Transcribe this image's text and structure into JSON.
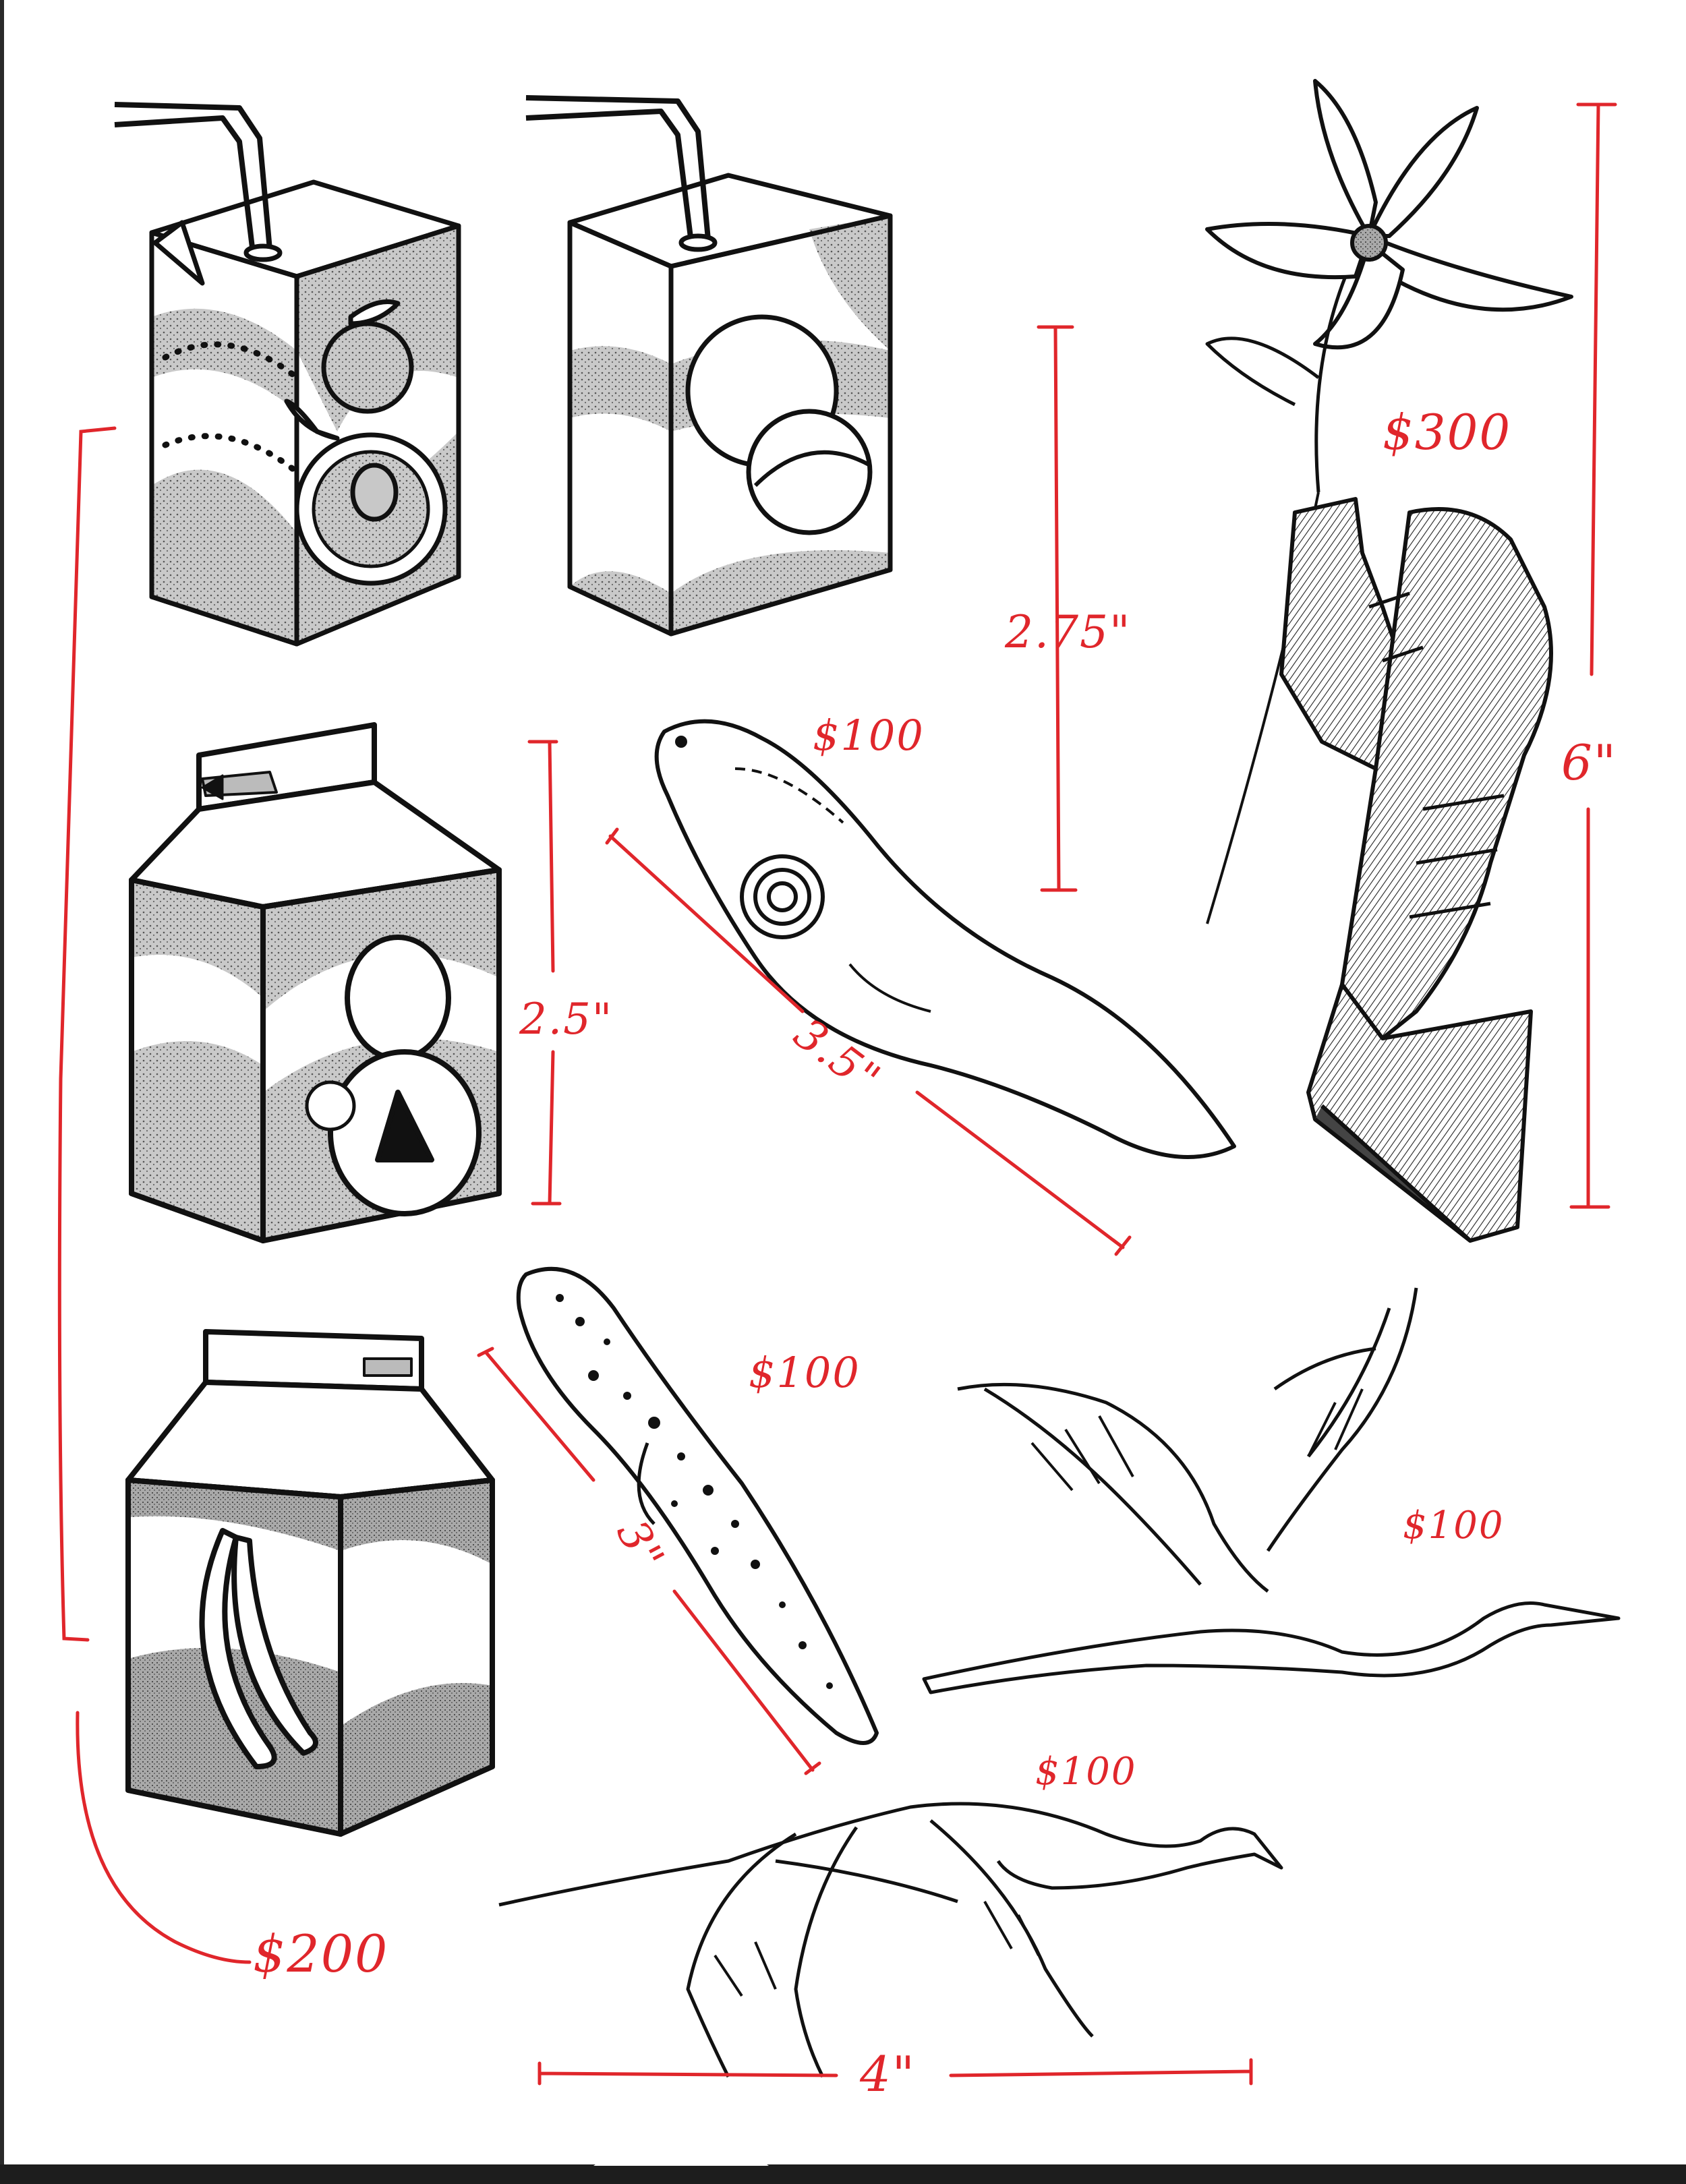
{
  "colors": {
    "ink": "#111111",
    "annotation_red": "#e0262b",
    "paper": "#ffffff",
    "screen_frame": "#1d1d1d",
    "tone": "#b9b9b9"
  },
  "labels": {
    "price_hand": "$300",
    "price_axolotl_top": "$100",
    "price_axolotl_bottom": "$100",
    "price_crane_upper": "$100",
    "price_crane_lower": "$100",
    "price_cartons": "$200",
    "size_juicebox": "2.75\"",
    "size_hand": "6\"",
    "size_milk_carton": "2.5\"",
    "size_axolotl_top": "3.5\"",
    "size_axolotl_bottom": "3\"",
    "size_crane": "4\""
  },
  "artworks": [
    {
      "id": "peach-juice-box",
      "icon": "juice-box-peach-icon"
    },
    {
      "id": "orange-juice-box",
      "icon": "juice-box-orange-icon"
    },
    {
      "id": "strawberry-milk-carton",
      "icon": "milk-carton-strawberry-icon"
    },
    {
      "id": "banana-milk-carton",
      "icon": "milk-carton-banana-icon"
    },
    {
      "id": "axolotl-spiral",
      "icon": "axolotl-icon"
    },
    {
      "id": "axolotl-spotted",
      "icon": "axolotl-icon"
    },
    {
      "id": "armored-hand-flower",
      "icon": "gauntlet-flower-icon"
    },
    {
      "id": "crane-upper",
      "icon": "crane-icon"
    },
    {
      "id": "crane-lower",
      "icon": "crane-icon"
    }
  ]
}
